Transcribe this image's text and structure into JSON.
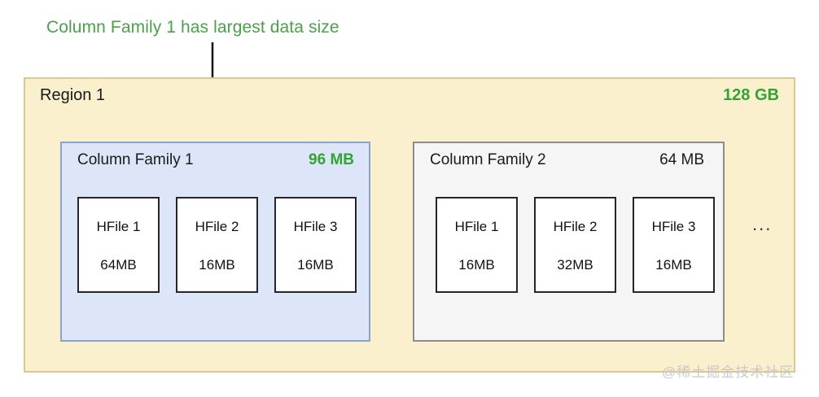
{
  "annotation": {
    "text": "Column Family 1 has largest data size",
    "color": "#4aa14a",
    "arrow_icon": "down-arrow-icon"
  },
  "region": {
    "title": "Region 1",
    "size": "128 GB",
    "size_color": "#33a333",
    "background_color": "#faf0cd",
    "border_color": "#d9c98b",
    "overflow_indicator": "...",
    "column_families": [
      {
        "name": "Column Family 1",
        "size": "96 MB",
        "highlighted": true,
        "background_color": "#dce6f8",
        "border_color": "#8aa4cc",
        "size_color": "#33a333",
        "hfiles": [
          {
            "name": "HFile 1",
            "size": "64MB"
          },
          {
            "name": "HFile 2",
            "size": "16MB"
          },
          {
            "name": "HFile 3",
            "size": "16MB"
          }
        ]
      },
      {
        "name": "Column Family 2",
        "size": "64 MB",
        "highlighted": false,
        "background_color": "#f5f5f5",
        "border_color": "#8c8c8c",
        "size_color": "#1a1a1a",
        "hfiles": [
          {
            "name": "HFile 1",
            "size": "16MB"
          },
          {
            "name": "HFile 2",
            "size": "32MB"
          },
          {
            "name": "HFile 3",
            "size": "16MB"
          }
        ]
      }
    ]
  },
  "watermark": {
    "text": "@稀土掘金技术社区"
  }
}
